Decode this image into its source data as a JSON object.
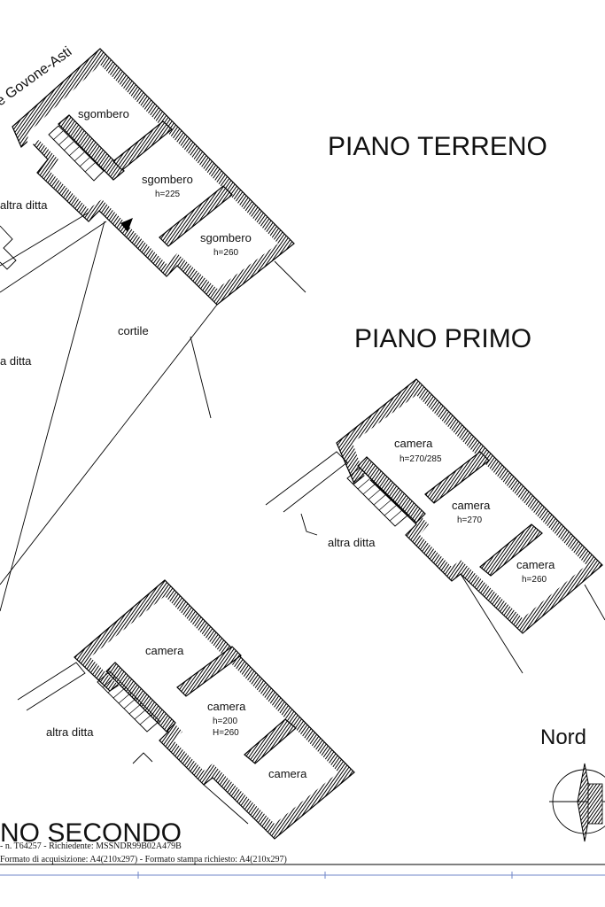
{
  "titles": {
    "ground": "PIANO TERRENO",
    "first": "PIANO PRIMO",
    "second": "NO SECONDO",
    "north": "Nord"
  },
  "street": "e Govone-Asti",
  "ground_floor": {
    "rooms": [
      {
        "label": "sgombero",
        "height": ""
      },
      {
        "label": "sgombero",
        "height": "h=225"
      },
      {
        "label": "sgombero",
        "height": "h=260"
      }
    ],
    "neighbor_1": "altra ditta",
    "neighbor_2": "a ditta",
    "courtyard": "cortile"
  },
  "first_floor": {
    "rooms": [
      {
        "label": "camera",
        "height": "h=270/285"
      },
      {
        "label": "camera",
        "height": "h=270"
      },
      {
        "label": "camera",
        "height": "h=260"
      }
    ],
    "neighbor": "altra ditta"
  },
  "second_floor": {
    "rooms": [
      {
        "label": "camera",
        "heights": []
      },
      {
        "label": "camera",
        "heights": [
          "h=200",
          "H=260"
        ]
      },
      {
        "label": "camera",
        "heights": []
      }
    ],
    "neighbor": "altra ditta"
  },
  "footer": {
    "line1": "- n. T64257 - Richiedente: MSSNDR99B02A479B",
    "line2": "Formato di acquisizione: A4(210x297)  - Formato stampa richiesto: A4(210x297)"
  },
  "colors": {
    "ink": "#000000",
    "paper": "#ffffff",
    "ruler": "#6f86c9"
  }
}
